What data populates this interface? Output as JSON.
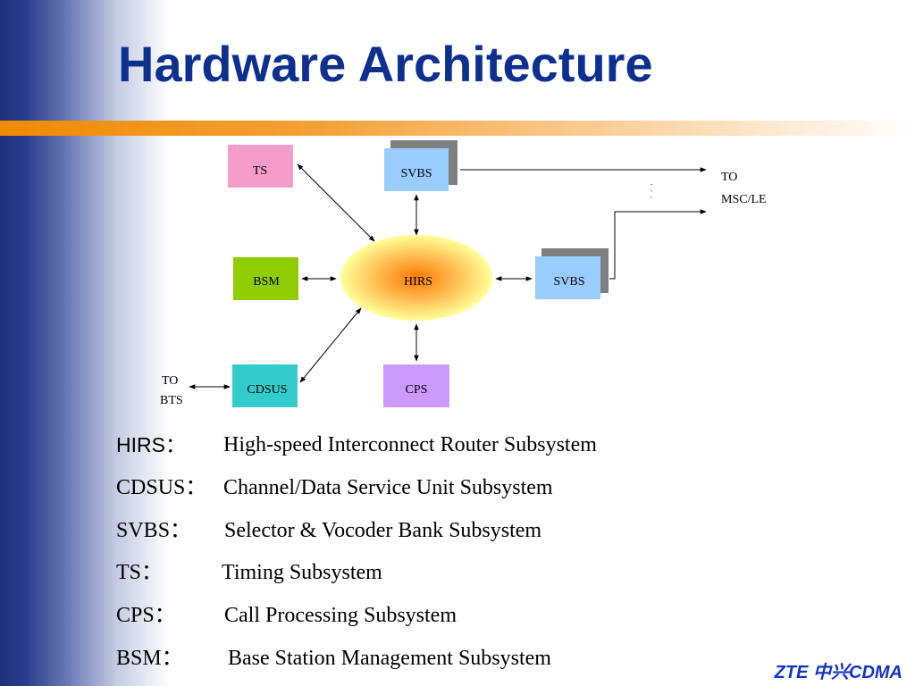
{
  "slide": {
    "title": "Hardware Architecture",
    "brand": "ZTE 中兴CDMA"
  },
  "diagram": {
    "nodes": {
      "ts": {
        "label": "TS",
        "color": "#f69ccb"
      },
      "svbs_top": {
        "label": "SVBS",
        "color": "#99ccff"
      },
      "bsm": {
        "label": "BSM",
        "color": "#8fcc00"
      },
      "hirs": {
        "label": "HIRS",
        "color": "#ffcc33"
      },
      "svbs_right": {
        "label": "SVBS",
        "color": "#99ccff"
      },
      "cdsus": {
        "label": "CDSUS",
        "color": "#33cccc"
      },
      "cps": {
        "label": "CPS",
        "color": "#cc99ff"
      }
    },
    "to_msc": {
      "line1": "TO",
      "line2": "MSC/LE"
    },
    "to_bts": {
      "line1": "TO",
      "line2": "BTS"
    },
    "ellipsis": "· · ·"
  },
  "legend": [
    {
      "key": "HIRS：",
      "desc": "High-speed Interconnect Router Subsystem"
    },
    {
      "key": "CDSUS：",
      "desc": "Channel/Data Service Unit Subsystem"
    },
    {
      "key": "SVBS：",
      "desc": "Selector & Vocoder Bank Subsystem"
    },
    {
      "key": "TS：",
      "desc": "Timing Subsystem"
    },
    {
      "key": "CPS：",
      "desc": "Call Processing Subsystem"
    },
    {
      "key": "BSM：",
      "desc": "Base Station Management Subsystem"
    }
  ]
}
